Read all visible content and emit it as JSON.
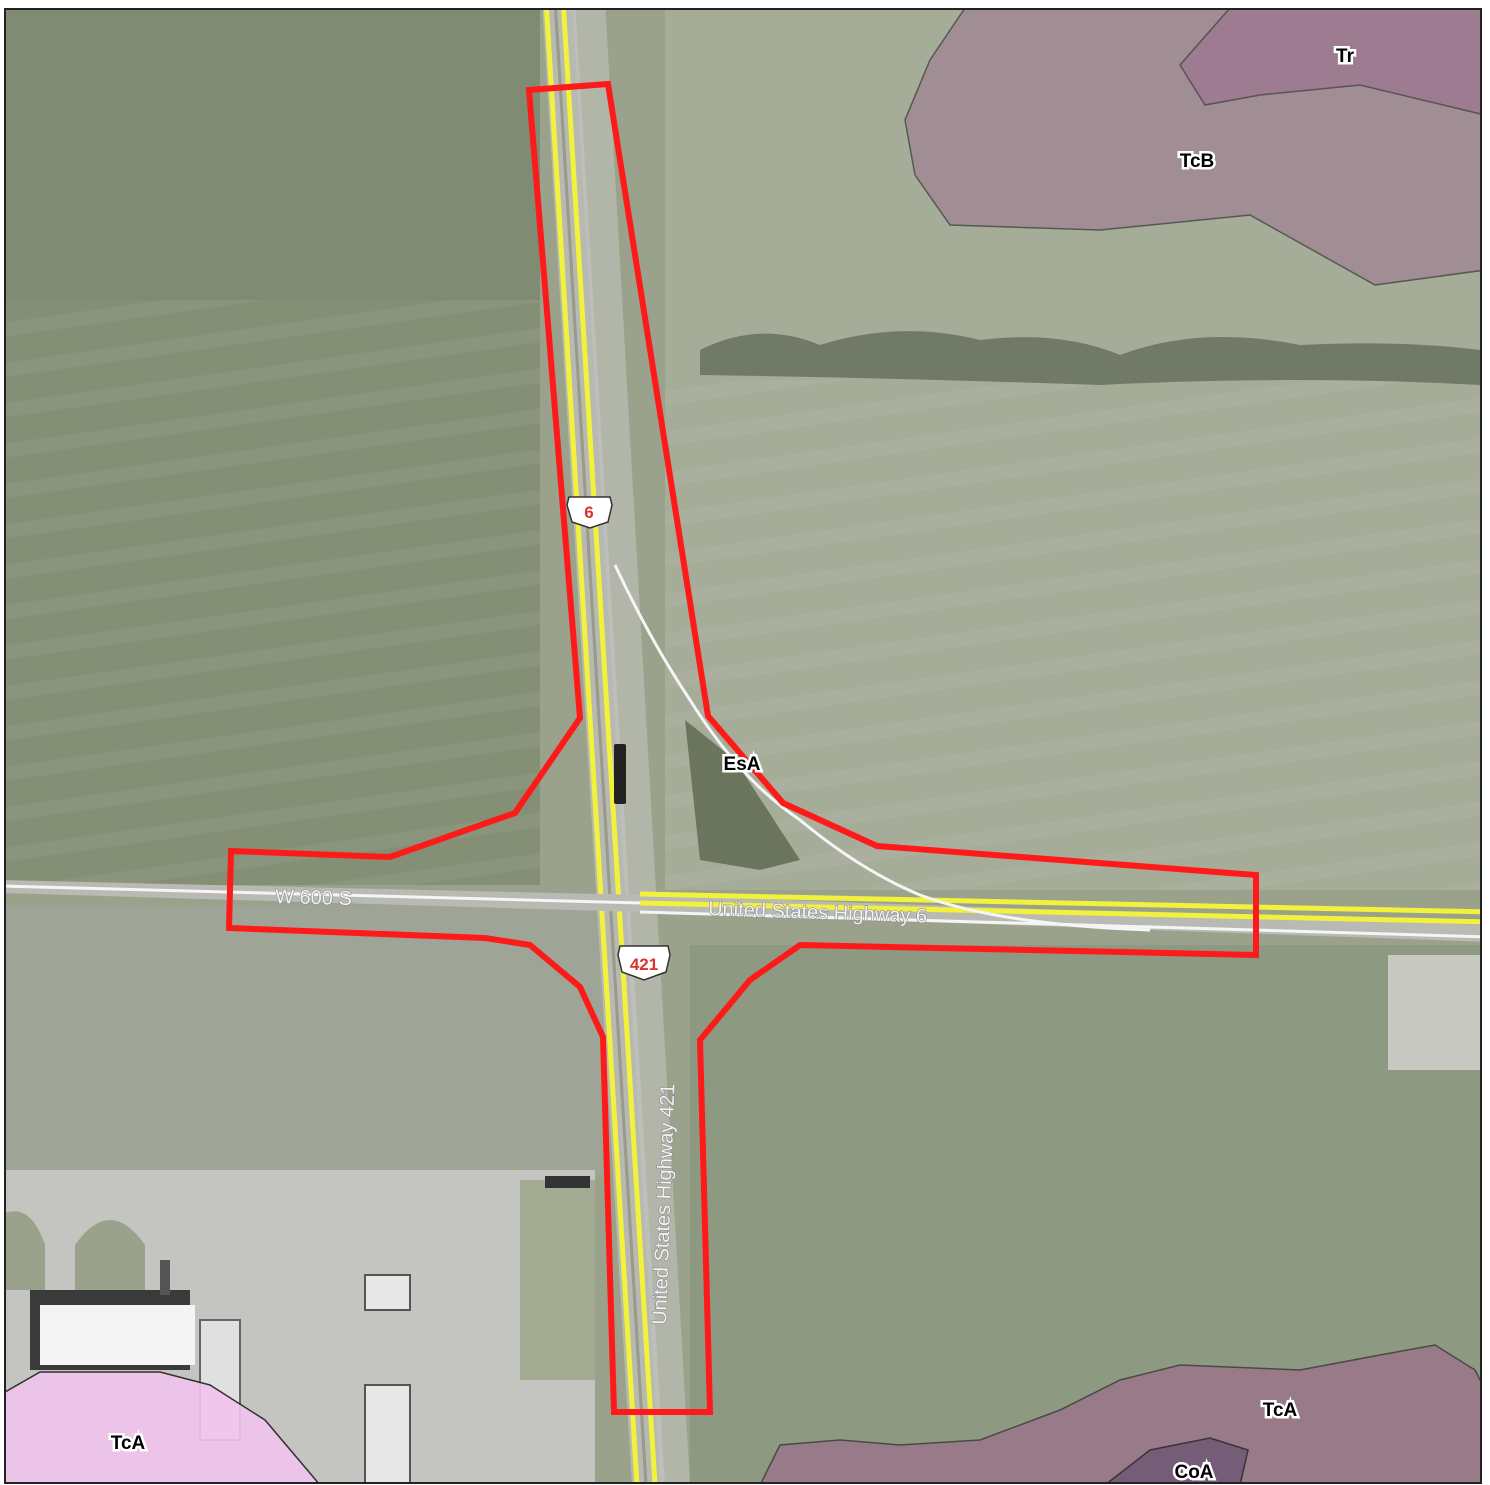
{
  "map": {
    "soil_units": [
      "Tr",
      "TcB",
      "EsA",
      "TcA",
      "TcA",
      "CoA"
    ],
    "roads": {
      "east_west_west": "W 600 S",
      "east_west_east": "United States Highway 6",
      "north_south": "United States Highway 421"
    },
    "shields": [
      "6",
      "421"
    ]
  },
  "colors": {
    "boundary": "#ff1a1a",
    "highway": "#f2f23c",
    "soil_purple": "#a07a92",
    "soil_pink": "#f2c4ee",
    "field": "#8f9a82"
  }
}
